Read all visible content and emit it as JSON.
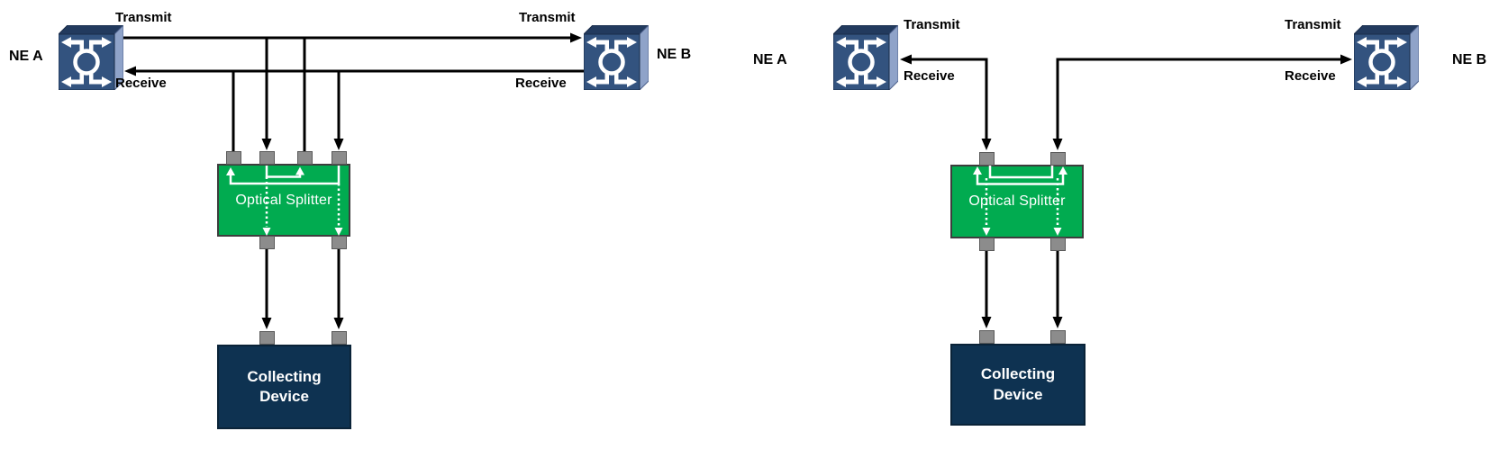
{
  "left": {
    "ne_a": {
      "name": "NE A",
      "transmit": "Transmit",
      "receive": "Receive"
    },
    "ne_b": {
      "name": "NE B",
      "transmit": "Transmit",
      "receive": "Receive"
    },
    "splitter": "Optical Splitter",
    "collector": "Collecting Device"
  },
  "right": {
    "ne_a": {
      "name": "NE A",
      "transmit": "Transmit",
      "receive": "Receive"
    },
    "ne_b": {
      "name": "NE B",
      "transmit": "Transmit",
      "receive": "Receive"
    },
    "splitter": "Optical Splitter",
    "collector": "Collecting Device"
  },
  "colors": {
    "splitter_green": "#01AB50",
    "collector_navy": "#0E3251",
    "port_gray": "#8c8c8c",
    "line_black": "#000000",
    "internal_white": "#ffffff",
    "ne_front_blue": "#33537F",
    "ne_top_blue": "#223A5E",
    "ne_side_blue": "#8FA3C9"
  }
}
